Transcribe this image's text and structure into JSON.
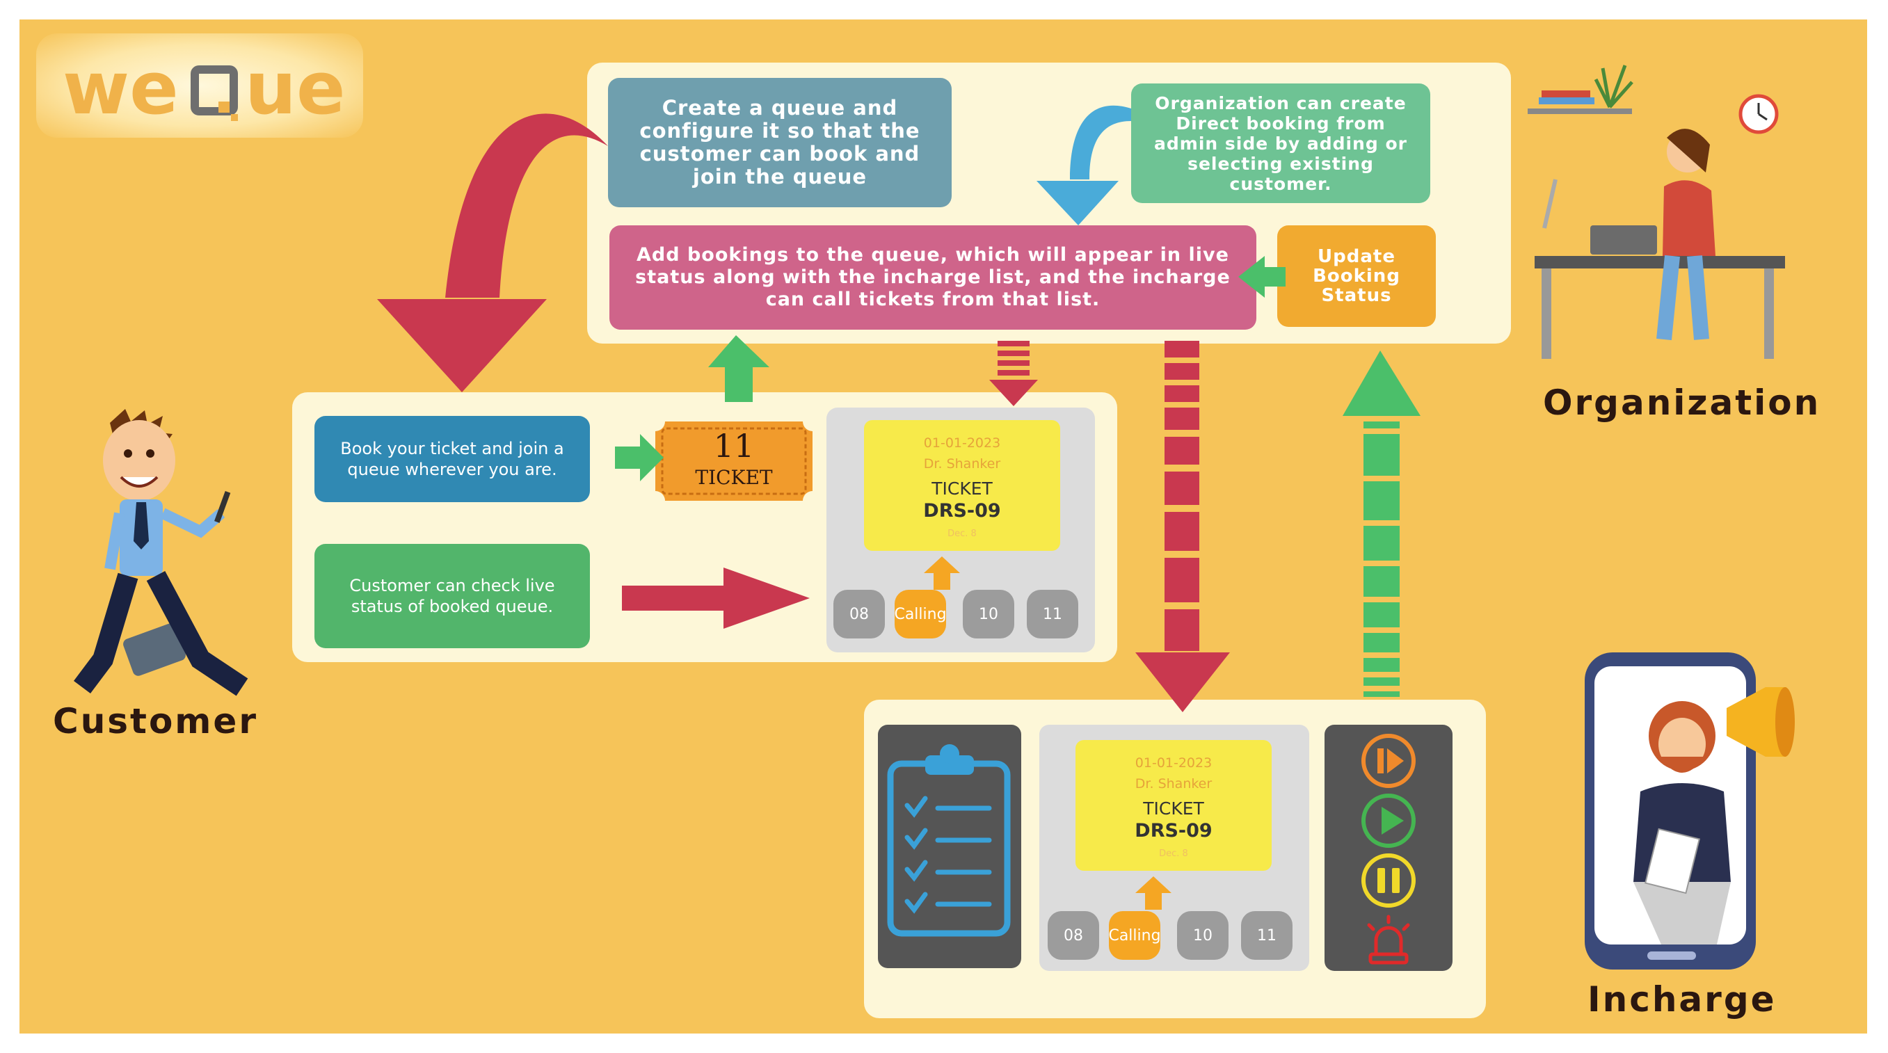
{
  "brand": {
    "logo_text": "weque"
  },
  "colors": {
    "background": "#f6c459",
    "panel": "#fdf7d8",
    "red_arrow": "#c9384f",
    "green_arrow": "#4bbf6a",
    "blue_arrow": "#4aabd9"
  },
  "roles": {
    "customer": "Customer",
    "organization": "Organization",
    "incharge": "Incharge"
  },
  "org": {
    "create_queue": "Create a queue and configure it so that the customer can book and join the queue",
    "direct_booking": "Organization can create Direct booking from admin side by adding or selecting existing customer.",
    "add_bookings": "Add bookings to the queue, which will appear in live status along with the incharge list, and the incharge can call tickets from that list.",
    "update_status": "Update Booking Status"
  },
  "customer_panel": {
    "book_ticket": "Book your ticket and join a queue wherever you are.",
    "check_status": "Customer can check live status of booked queue.",
    "ticket_number": "11",
    "ticket_label": "TICKET"
  },
  "live_status": {
    "date": "01-01-2023",
    "doctor": "Dr. Shanker",
    "label": "TICKET",
    "code": "DRS-09",
    "footer": "Dec. 8",
    "pills": [
      "08",
      "Calling",
      "10",
      "11"
    ]
  },
  "incharge_controls": {
    "icons": [
      "clipboard-checklist-icon",
      "skip-forward-icon",
      "play-icon",
      "pause-icon",
      "alarm-siren-icon"
    ]
  }
}
